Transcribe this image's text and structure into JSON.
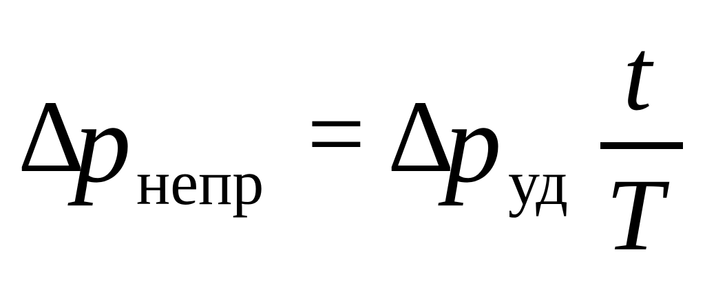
{
  "formula": {
    "lhs": {
      "delta": "Δ",
      "variable": "p",
      "subscript": "непр"
    },
    "equals": "=",
    "rhs": {
      "delta": "Δ",
      "variable": "p",
      "subscript": "уд",
      "fraction": {
        "numerator": "t",
        "denominator": "T"
      }
    }
  }
}
